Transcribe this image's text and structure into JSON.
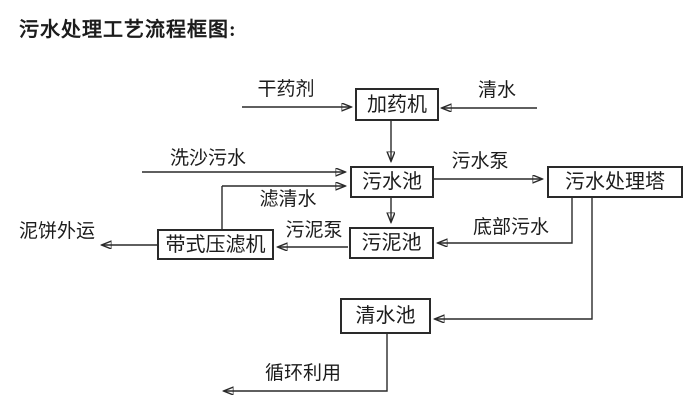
{
  "title": "污水处理工艺流程框图:",
  "nodes": {
    "dosing_machine": "加药机",
    "sewage_pool": "污水池",
    "treatment_tower": "污水处理塔",
    "belt_press": "带式压滤机",
    "sludge_pool": "污泥池",
    "clean_pool": "清水池"
  },
  "edge_labels": {
    "dry_agent": "干药剂",
    "clean_water": "清水",
    "sand_wash_sewage": "洗沙污水",
    "filtered_water": "滤清水",
    "sewage_pump": "污水泵",
    "sludge_pump": "污泥泵",
    "mud_cake_out": "泥饼外运",
    "bottom_sewage": "底部污水",
    "recycle_use": "循环利用"
  },
  "colors": {
    "line": "#2a2a2a",
    "text": "#1c1c1c",
    "background": "#ffffff"
  }
}
